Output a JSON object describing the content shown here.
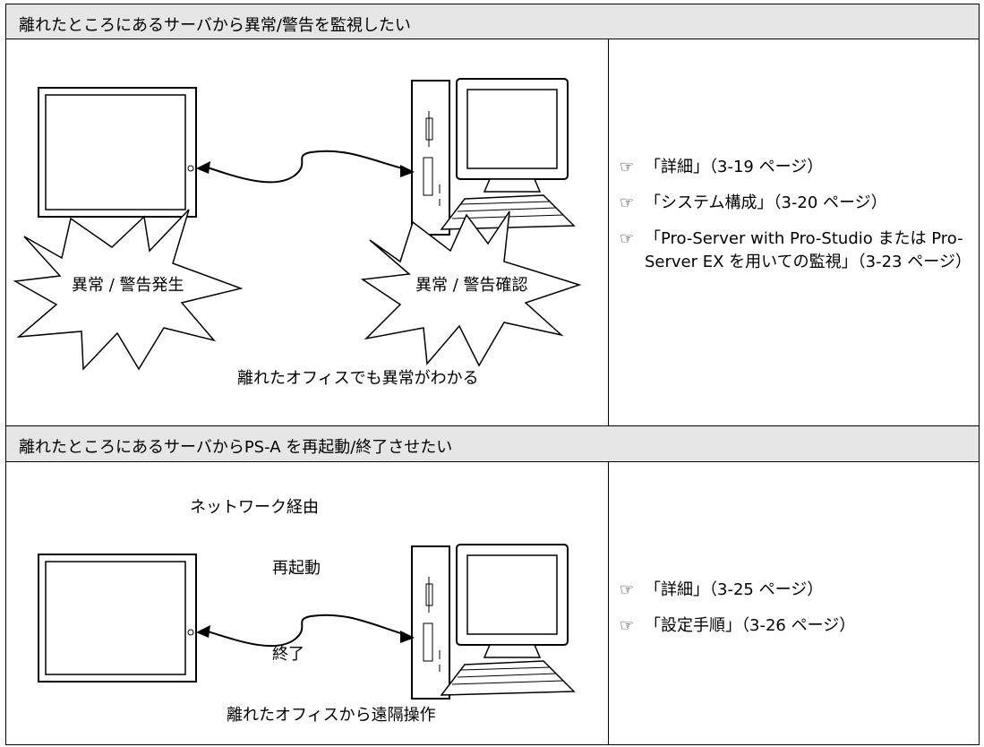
{
  "section1": {
    "title": "離れたところにあるサーバから異常/警告を監視したい",
    "burst_left": "異常 / 警告発生",
    "burst_right": "異常 / 警告確認",
    "caption": "離れたオフィスでも異常がわかる",
    "links": [
      "「詳細」（3-19 ページ）",
      "「システム構成」（3-20 ページ）",
      "「Pro-Server with Pro-Studio または Pro-Server EX を用いての監視」（3-23 ページ）"
    ]
  },
  "section2": {
    "title": "離れたところにあるサーバからPS-A を再起動/終了させたい",
    "network_label": "ネットワーク経由",
    "restart_label": "再起動",
    "shutdown_label": "終了",
    "caption": "離れたオフィスから遠隔操作",
    "links": [
      "「詳細」（3-25 ページ）",
      "「設定手順」（3-26 ページ）"
    ]
  },
  "icons": {
    "reference": "pointing-hand-icon",
    "panel": "panel-display-icon",
    "pc": "desktop-computer-icon"
  }
}
